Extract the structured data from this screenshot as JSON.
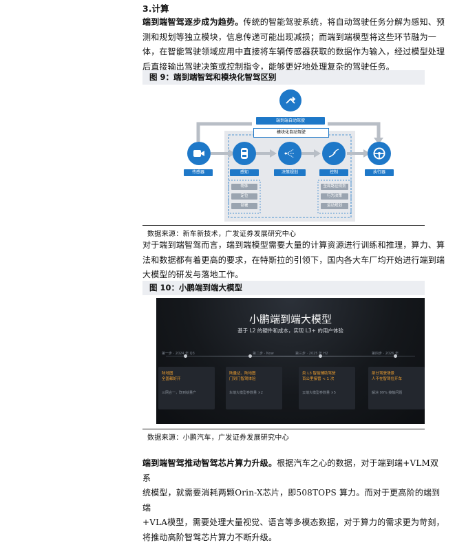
{
  "section": {
    "title": "3.计算"
  },
  "para1": {
    "lead": "端到端智驾逐步成为趋势。",
    "lines": [
      "传统的智能驾驶系统，将自动驾驶任务分解为感知、预",
      "测和规划等独立模块，信息传递可能出现减损；而端到端模型将这些环节融为一",
      "体，在智能驾驶领域应用中直接将车辆传感器获取的数据作为输入，经过模型处理",
      "后直接输出驾驶决策或控制指令，能够更好地处理复杂的驾驶任务。"
    ]
  },
  "fig9": {
    "caption": "图 9：端到端智驾和模块化智驾区别",
    "source": "数据来源：新车新技术，广发证券发展研究中心",
    "diagram": {
      "e2e_label": "端到端自动驾驶",
      "modular_label": "模块化自动驾驶",
      "sensor_label": "传感器",
      "exec_label": "执行器",
      "modules": [
        {
          "label": "感知",
          "icon": "car-icon",
          "subs": [
            "物体",
            "定位",
            "部署"
          ]
        },
        {
          "label": "决策规划",
          "icon": "route-branch-icon",
          "subs": []
        },
        {
          "label": "控制",
          "icon": "trajectory-icon",
          "subs": [
            "全局路径规划",
            "行为决策",
            "运动规划"
          ]
        }
      ],
      "colors": {
        "primary": "#1e78c8",
        "chip": "#9aa4b0",
        "frame": "#e6e8ec"
      }
    }
  },
  "para2": {
    "lines": [
      "对于端到端智驾而言，端到端模型需要大量的计算资源进行训练和推理，算力、算",
      "法和数据都有着更高的要求，在特斯拉的引领下，国内各大车厂均开始进行端到端",
      "大模型的研发与落地工作。"
    ]
  },
  "fig10": {
    "caption": "图 10：小鹏端到端大模型",
    "source": "数据来源：小鹏汽车，广发证券发展研究中心",
    "panel": {
      "title": "小鹏端到端大模型",
      "subtitle": "基于 L2 的硬件和成本，实现 L3+ 的用户体验",
      "stages": [
        {
          "label": "第一步 · 2024 年 Q3",
          "title_lines": [
            "陆地图",
            "全国都好开"
          ],
          "desc": "三网合一，既到就量产"
        },
        {
          "label": "第二步 · Now",
          "title_lines": [
            "陆量达、陆地图",
            "门到门智驾体验"
          ],
          "desc": "车端大模型参数量 ×2"
        },
        {
          "label": "第三步 · 2025 年 H2",
          "title_lines": [
            "类 L3 智能辅助驾驶",
            "百公里接管 < 1 次"
          ],
          "desc": "云端大模型参数量 ×5"
        },
        {
          "label": "第四步 · 2026 年",
          "title_lines": [
            "部分驾驶场景",
            "人不在智驾位开车"
          ],
          "desc": "解决 99% 接触问题"
        }
      ],
      "colors": {
        "accent": "#f0a030",
        "background": "#15181c"
      }
    }
  },
  "para3": {
    "lead": "端到端智驾推动智驾芯片算力升级。",
    "lines": [
      "根据汽车之心的数据，对于端到端+VLM双系",
      "统模型，就需要消耗两颗Orin-X芯片，即508TOPS 算力。而对于更高阶的端到端",
      "+VLA模型，需要处理大量视觉、语言等多模态数据，对于算力的需求更为苛刻，",
      "将推动高阶智驾芯片算力不断升级。"
    ]
  }
}
